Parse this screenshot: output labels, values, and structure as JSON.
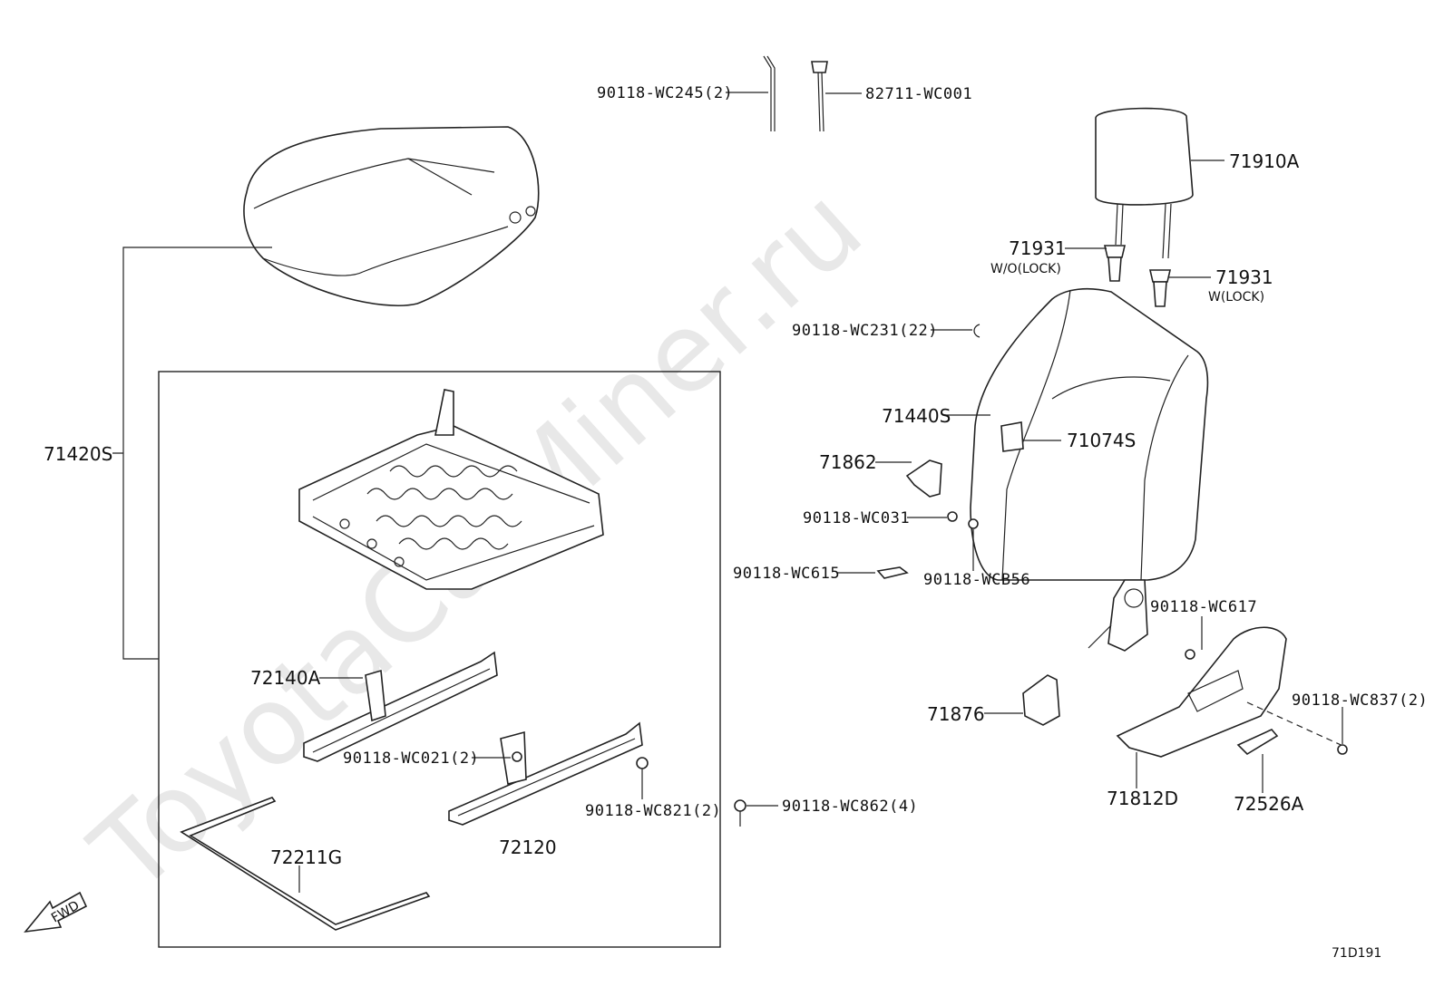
{
  "watermark": "ToyotaCarMiner.ru",
  "diagram_code": "71D191",
  "fwd_label": "FWD",
  "labels": {
    "p90118_wc245": "90118-WC245(2)",
    "p82711_wc001": "82711-WC001",
    "p71910a": "71910A",
    "p71931_a": "71931",
    "p71931_a_note": "W/O(LOCK)",
    "p71931_b": "71931",
    "p71931_b_note": "W(LOCK)",
    "p90118_wc231": "90118-WC231(22)",
    "p71440s": "71440S",
    "p71074s": "71074S",
    "p71862": "71862",
    "p90118_wc031": "90118-WC031",
    "p90118_wc615": "90118-WC615",
    "p90118_wcb56": "90118-WCB56",
    "p90118_wc617": "90118-WC617",
    "p90118_wc837": "90118-WC837(2)",
    "p71876": "71876",
    "p71812d": "71812D",
    "p72526a": "72526A",
    "p71420s": "71420S",
    "p72140a": "72140A",
    "p90118_wc021": "90118-WC021(2)",
    "p90118_wc821": "90118-WC821(2)",
    "p90118_wc862": "90118-WC862(4)",
    "p72120": "72120",
    "p72211g": "72211G"
  }
}
